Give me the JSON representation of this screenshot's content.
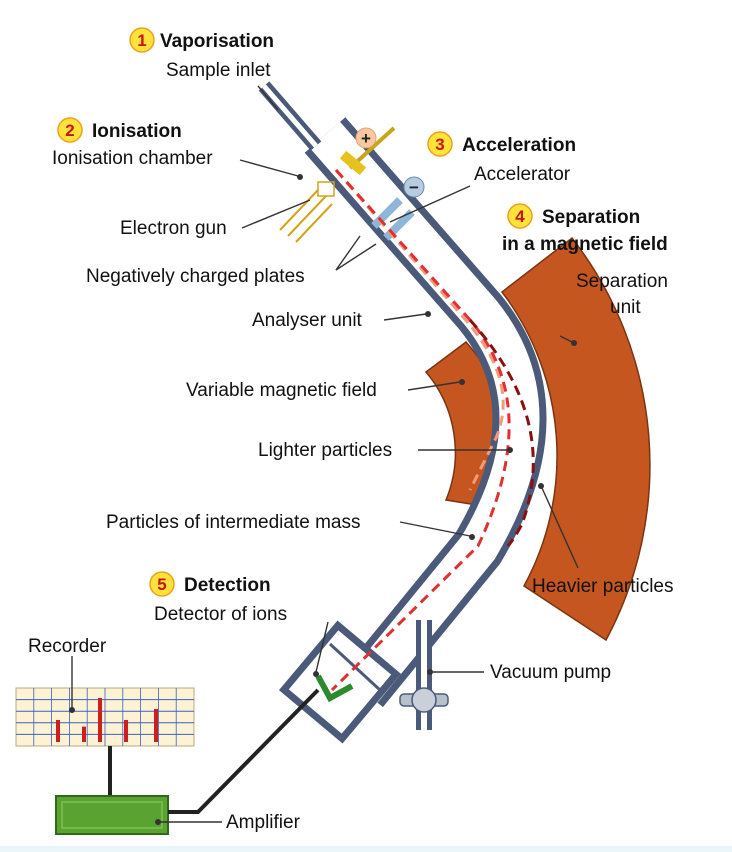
{
  "steps": [
    {
      "number": "1",
      "title": "Vaporisation",
      "subtitle": "Sample inlet"
    },
    {
      "number": "2",
      "title": "Ionisation",
      "subtitle": "Ionisation chamber"
    },
    {
      "number": "3",
      "title": "Acceleration",
      "subtitle": "Accelerator"
    },
    {
      "number": "4",
      "title": "Separation",
      "title_line2": "in a magnetic field",
      "subtitle": "Separation",
      "subtitle_line2": "unit"
    },
    {
      "number": "5",
      "title": "Detection",
      "subtitle": "Detector of ions"
    }
  ],
  "labels": {
    "electron_gun": "Electron gun",
    "negative_plates": "Negatively charged plates",
    "analyser_unit": "Analyser unit",
    "variable_field": "Variable magnetic field",
    "lighter_particles": "Lighter particles",
    "intermediate_mass": "Particles of intermediate mass",
    "heavier_particles": "Heavier particles",
    "vacuum_pump": "Vacuum pump",
    "recorder": "Recorder",
    "amplifier": "Amplifier"
  },
  "signs": {
    "positive": "+",
    "negative": "−"
  },
  "colors": {
    "tube_wall": "#4a5a78",
    "magnet": "#c5561f",
    "intermediate_path": "#e23030",
    "lighter_path": "#f29a7c",
    "heavier_path": "#8a1010",
    "badge": "#ffe23a",
    "amplifier": "#5aa332",
    "recorder_paper": "#fdf3d4",
    "detector": "#2b8a2b"
  },
  "recorder_peaks": [
    0.5,
    0.35,
    1.0,
    0.5,
    0.75
  ]
}
